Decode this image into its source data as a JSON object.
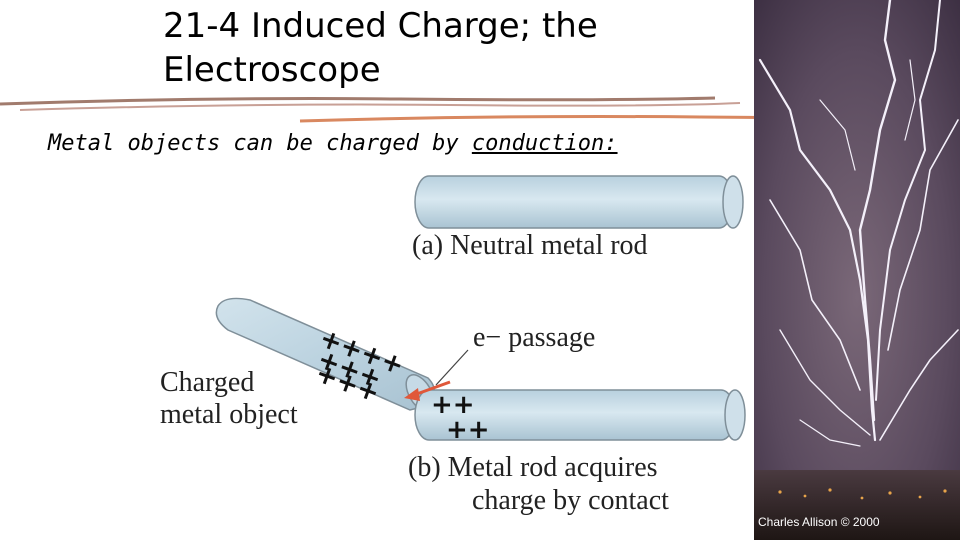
{
  "slide": {
    "title_line1": "21-4 Induced Charge; the",
    "title_line2": "Electroscope",
    "subtitle_pre": "Metal objects can be charged by ",
    "subtitle_link": "conduction:"
  },
  "figure": {
    "label_a": "(a) Neutral metal rod",
    "label_e": "e− passage",
    "label_charged_1": "Charged",
    "label_charged_2": "metal object",
    "label_b_1": "(b) Metal rod acquires",
    "label_b_2": "charge by contact",
    "object_charges_row1": "++++",
    "object_charges_row2": "+++",
    "object_charges_row3": "+++",
    "rod_charges_row1": "++",
    "rod_charges_row2": "++"
  },
  "photo": {
    "caption": "Charles Allison © 2000"
  },
  "colors": {
    "rod_fill": "#c9dde8",
    "rod_stroke": "#7f8f99",
    "arrow": "#e0583a",
    "sky": "#5a4a5e",
    "rule_primary": "#8a5a48",
    "rule_accent": "#d06a38"
  }
}
